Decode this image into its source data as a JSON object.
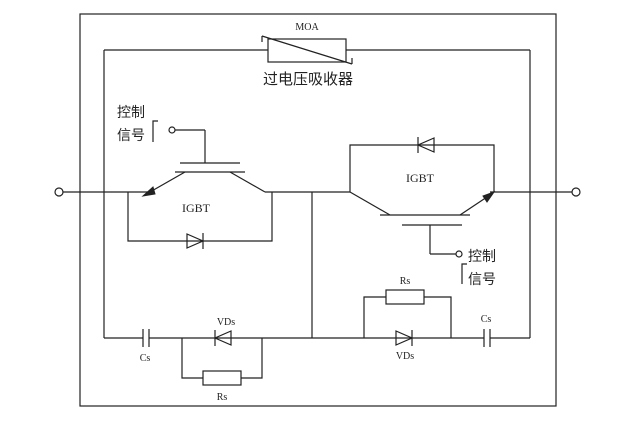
{
  "arrester": {
    "code": "MOA",
    "caption": "过电压吸收器"
  },
  "left_igbt": {
    "name": "IGBT",
    "signal_line1": "控制",
    "signal_line2": "信号",
    "cap_label": "Cs",
    "diode_label": "VDs",
    "resistor_label": "Rs"
  },
  "right_igbt": {
    "name": "IGBT",
    "signal_line1": "控制",
    "signal_line2": "信号",
    "cap_label": "Cs",
    "diode_label": "VDs",
    "resistor_label": "Rs"
  }
}
